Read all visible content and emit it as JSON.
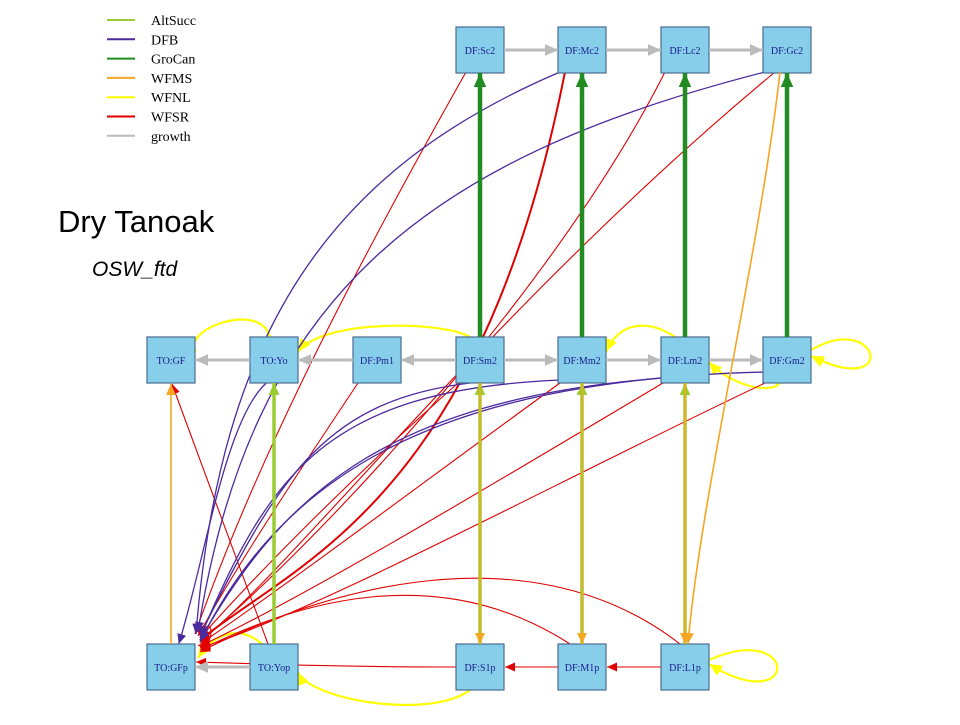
{
  "title": "Dry Tanoak",
  "subtitle": "OSW_ftd",
  "legend": [
    {
      "label": "AltSucc",
      "color": "#9ACD32"
    },
    {
      "label": "DFB",
      "color": "#4B2A9E"
    },
    {
      "label": "GroCan",
      "color": "#228B22"
    },
    {
      "label": "WFMS",
      "color": "#F5A623"
    },
    {
      "label": "WFNL",
      "color": "#FFFF00"
    },
    {
      "label": "WFSR",
      "color": "#E00000"
    },
    {
      "label": "growth",
      "color": "#BBBBBB"
    }
  ],
  "nodes": [
    {
      "id": "DF:Sc2",
      "label": "DF:Sc2"
    },
    {
      "id": "DF:Mc2",
      "label": "DF:Mc2"
    },
    {
      "id": "DF:Lc2",
      "label": "DF:Lc2"
    },
    {
      "id": "DF:Gc2",
      "label": "DF:Gc2"
    },
    {
      "id": "TO:GF",
      "label": "TO:GF"
    },
    {
      "id": "TO:Yo",
      "label": "TO:Yo"
    },
    {
      "id": "DF:Pm1",
      "label": "DF:Pm1"
    },
    {
      "id": "DF:Sm2",
      "label": "DF:Sm2"
    },
    {
      "id": "DF:Mm2",
      "label": "DF:Mm2"
    },
    {
      "id": "DF:Lm2",
      "label": "DF:Lm2"
    },
    {
      "id": "DF:Gm2",
      "label": "DF:Gm2"
    },
    {
      "id": "TO:GFp",
      "label": "TO:GFp"
    },
    {
      "id": "TO:Yop",
      "label": "TO:Yop"
    },
    {
      "id": "DF:S1p",
      "label": "DF:S1p"
    },
    {
      "id": "DF:M1p",
      "label": "DF:M1p"
    },
    {
      "id": "DF:L1p",
      "label": "DF:L1p"
    }
  ],
  "edges": [
    {
      "from": "DF:Sc2",
      "to": "DF:Mc2",
      "type": "growth"
    },
    {
      "from": "DF:Mc2",
      "to": "DF:Lc2",
      "type": "growth"
    },
    {
      "from": "DF:Lc2",
      "to": "DF:Gc2",
      "type": "growth"
    },
    {
      "from": "TO:Yo",
      "to": "TO:GF",
      "type": "growth"
    },
    {
      "from": "DF:Pm1",
      "to": "TO:Yo",
      "type": "growth"
    },
    {
      "from": "DF:Sm2",
      "to": "DF:Pm1",
      "type": "growth"
    },
    {
      "from": "DF:Sm2",
      "to": "DF:Mm2",
      "type": "growth"
    },
    {
      "from": "DF:Mm2",
      "to": "DF:Lm2",
      "type": "growth"
    },
    {
      "from": "DF:Lm2",
      "to": "DF:Gm2",
      "type": "growth"
    },
    {
      "from": "TO:Yop",
      "to": "TO:GFp",
      "type": "growth"
    },
    {
      "from": "DF:Sm2",
      "to": "DF:Sc2",
      "type": "GroCan"
    },
    {
      "from": "DF:Mm2",
      "to": "DF:Mc2",
      "type": "GroCan"
    },
    {
      "from": "DF:Lm2",
      "to": "DF:Lc2",
      "type": "GroCan"
    },
    {
      "from": "DF:Gm2",
      "to": "DF:Gc2",
      "type": "GroCan"
    },
    {
      "from": "TO:Yop",
      "to": "TO:Yo",
      "type": "AltSucc"
    },
    {
      "from": "DF:S1p",
      "to": "DF:Sm2",
      "type": "AltSucc"
    },
    {
      "from": "DF:M1p",
      "to": "DF:Mm2",
      "type": "AltSucc"
    },
    {
      "from": "DF:L1p",
      "to": "DF:Lm2",
      "type": "AltSucc"
    },
    {
      "from": "DF:Sm2",
      "to": "DF:S1p",
      "type": "WFMS"
    },
    {
      "from": "DF:Mm2",
      "to": "DF:M1p",
      "type": "WFMS"
    },
    {
      "from": "DF:Lm2",
      "to": "DF:L1p",
      "type": "WFMS"
    },
    {
      "from": "DF:Gc2",
      "to": "DF:L1p",
      "type": "WFMS"
    },
    {
      "from": "TO:GFp",
      "to": "TO:GF",
      "type": "WFMS"
    },
    {
      "from": "TO:Yo",
      "to": "TO:GF",
      "type": "WFNL"
    },
    {
      "from": "DF:Sm2",
      "to": "TO:Yo",
      "type": "WFNL"
    },
    {
      "from": "DF:Lm2",
      "to": "DF:Mm2",
      "type": "WFNL"
    },
    {
      "from": "DF:Gm2",
      "to": "DF:Lm2",
      "type": "WFNL"
    },
    {
      "from": "DF:Gm2",
      "to": "DF:Gm2",
      "type": "WFNL"
    },
    {
      "from": "TO:Yop",
      "to": "TO:GFp",
      "type": "WFNL"
    },
    {
      "from": "DF:S1p",
      "to": "TO:Yop",
      "type": "WFNL"
    },
    {
      "from": "DF:L1p",
      "to": "DF:L1p",
      "type": "WFNL"
    },
    {
      "from": "TO:Yop",
      "to": "TO:GF",
      "type": "WFSR"
    },
    {
      "from": "TO:GFp",
      "to": "TO:GFp",
      "type": "WFSR"
    },
    {
      "from": "TO:Yo",
      "to": "TO:GF",
      "type": "WFSR"
    },
    {
      "from": "DF:S1p",
      "to": "TO:GFp",
      "type": "WFSR"
    },
    {
      "from": "DF:M1p",
      "to": "DF:S1p",
      "type": "WFSR"
    },
    {
      "from": "DF:L1p",
      "to": "DF:M1p",
      "type": "WFSR"
    },
    {
      "from": "DF:Sc2",
      "to": "TO:GFp",
      "type": "WFSR"
    },
    {
      "from": "DF:Mc2",
      "to": "TO:GFp",
      "type": "WFSR"
    },
    {
      "from": "DF:Lc2",
      "to": "TO:GFp",
      "type": "WFSR"
    },
    {
      "from": "DF:Gc2",
      "to": "TO:GFp",
      "type": "WFSR"
    },
    {
      "from": "DF:Pm1",
      "to": "TO:GFp",
      "type": "WFSR"
    },
    {
      "from": "DF:Sm2",
      "to": "TO:GFp",
      "type": "WFSR"
    },
    {
      "from": "DF:Mm2",
      "to": "TO:GFp",
      "type": "WFSR"
    },
    {
      "from": "DF:Lm2",
      "to": "TO:GFp",
      "type": "WFSR"
    },
    {
      "from": "DF:Gm2",
      "to": "TO:GFp",
      "type": "WFSR"
    },
    {
      "from": "DF:M1p",
      "to": "TO:GFp",
      "type": "WFSR"
    },
    {
      "from": "DF:L1p",
      "to": "TO:GFp",
      "type": "WFSR"
    },
    {
      "from": "TO:Yo",
      "to": "TO:GFp",
      "type": "DFB"
    },
    {
      "from": "DF:Mc2",
      "to": "TO:GFp",
      "type": "DFB"
    },
    {
      "from": "DF:Gc2",
      "to": "TO:GFp",
      "type": "DFB"
    },
    {
      "from": "DF:Sm2",
      "to": "TO:GFp",
      "type": "DFB"
    },
    {
      "from": "DF:Mm2",
      "to": "TO:GFp",
      "type": "DFB"
    },
    {
      "from": "DF:Lm2",
      "to": "TO:GFp",
      "type": "DFB"
    },
    {
      "from": "DF:Gm2",
      "to": "TO:GFp",
      "type": "DFB"
    }
  ]
}
